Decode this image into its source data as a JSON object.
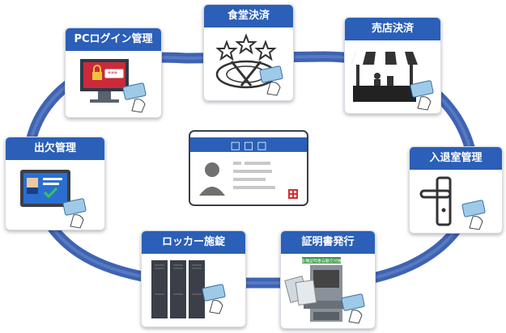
{
  "cards": {
    "pc_login": "PCログイン管理",
    "cafeteria": "食堂決済",
    "shop": "売店決済",
    "attendance": "出欠管理",
    "entry": "入退室管理",
    "locker": "ロッカー施錠",
    "certificate": "証明書発行"
  },
  "center_card": {
    "header_marks": "□ □ □"
  },
  "kiosk_sign": "各種証明書自動交付機",
  "colors": {
    "ring": "#3f63b3",
    "title_bar": "#2b5fb8",
    "card_band": "#2b5fb8"
  },
  "icons": [
    "pc-lock-icon",
    "plate-stars-icon",
    "shop-stall-icon",
    "attendance-tablet-icon",
    "door-handle-icon",
    "locker-icon",
    "kiosk-icon",
    "ic-card-icon"
  ]
}
